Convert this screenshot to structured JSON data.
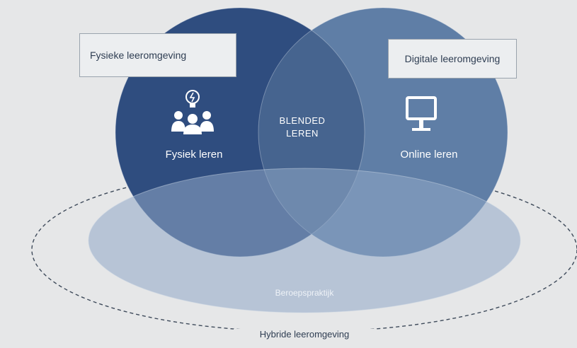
{
  "diagram": {
    "left_box": "Fysieke leeromgeving",
    "right_box": "Digitale leeromgeving",
    "left_label": "Fysiek leren",
    "center_label_line1": "BLENDED",
    "center_label_line2": "LEREN",
    "right_label": "Online leren",
    "bottom_label": "Beroepspraktijk",
    "outer_label": "Hybride leeromgeving",
    "icons": {
      "left": "people-with-lightbulb-icon",
      "right": "monitor-icon"
    },
    "colors": {
      "background": "#e6e7e8",
      "left_circle": "#2f4d7f",
      "right_circle": "#5f7ea6",
      "overlap": "#46648f",
      "ellipse": "#7b96b8",
      "text_dark": "#2e3d52"
    }
  }
}
